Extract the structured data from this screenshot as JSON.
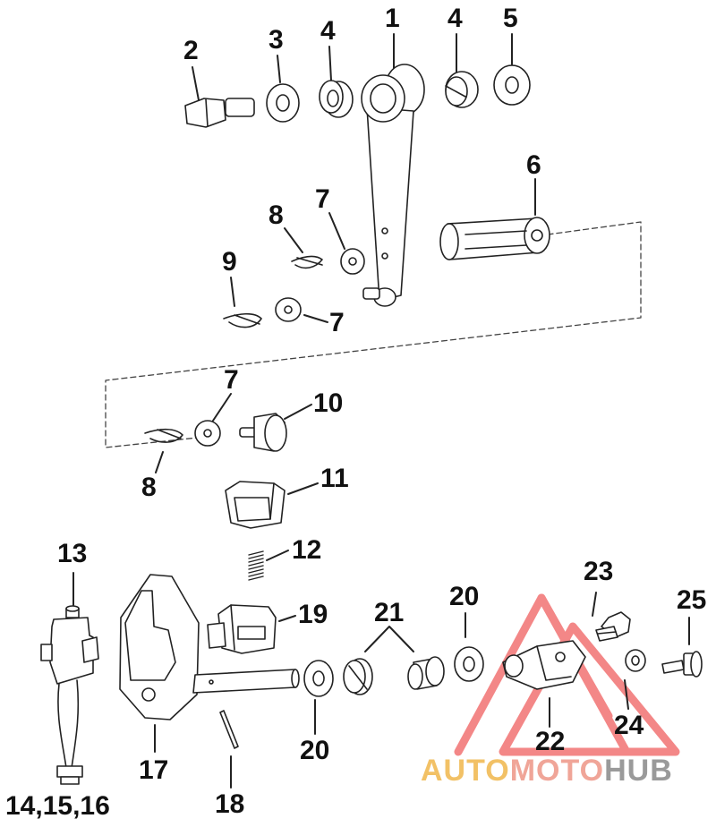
{
  "labels": {
    "l1": "1",
    "l2": "2",
    "l3": "3",
    "l4a": "4",
    "l4b": "4",
    "l5": "5",
    "l6": "6",
    "l7a": "7",
    "l7b": "7",
    "l7c": "7",
    "l8a": "8",
    "l8b": "8",
    "l9": "9",
    "l10": "10",
    "l11": "11",
    "l12": "12",
    "l13": "13",
    "l14": "14,15,16",
    "l17": "17",
    "l18": "18",
    "l19": "19",
    "l20a": "20",
    "l20b": "20",
    "l21": "21",
    "l22": "22",
    "l23": "23",
    "l24": "24",
    "l25": "25"
  },
  "watermark": {
    "part1": "AUTO",
    "part2": "MOTO",
    "part3": "HUB",
    "colors": {
      "triangle": "#f06060",
      "auto": "#f2c166",
      "moto": "#f0a598",
      "hub": "#9a9a9a"
    }
  }
}
